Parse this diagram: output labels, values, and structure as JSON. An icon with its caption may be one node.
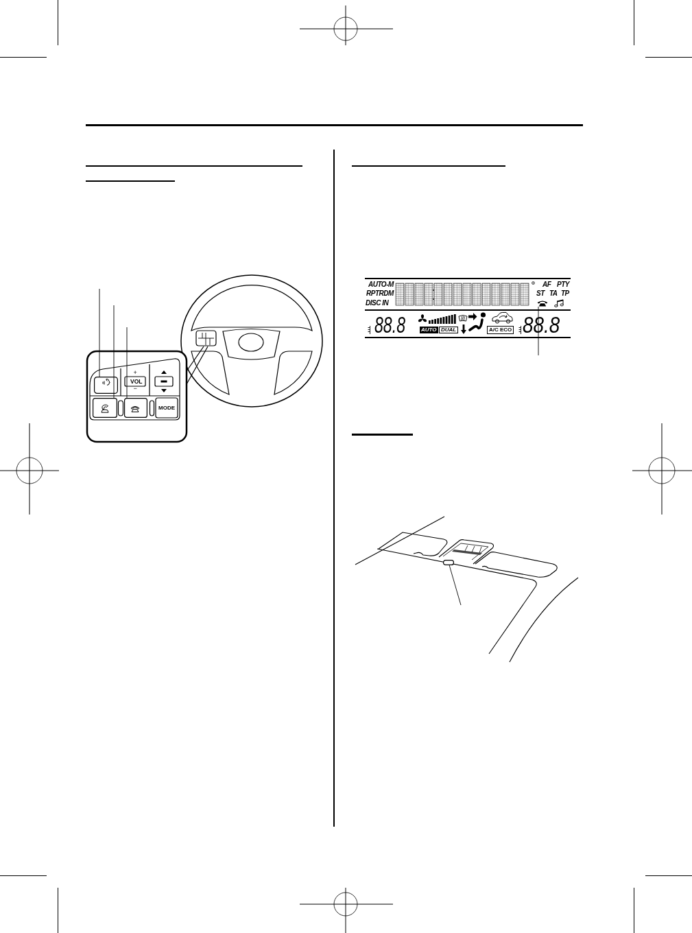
{
  "diagram": {
    "nodes": [
      {
        "text": [],
        "shape": "box"
      },
      {
        "text": [],
        "shape": "box"
      },
      {
        "text": [],
        "shape": "box"
      },
      {
        "text": [],
        "shape": "picture"
      },
      {
        "text": [],
        "shape": "box"
      }
    ],
    "edges": [
      {
        "from": null,
        "to": 0,
        "arrow": "none"
      },
      {
        "from": null,
        "to": 1,
        "arrow": "none"
      },
      {
        "from": null,
        "to": 2,
        "arrow": "none"
      },
      {
        "from": null,
        "to": 3,
        "arrow": "none"
      },
      {
        "from": null,
        "to": 4,
        "arrow": "none"
      }
    ],
    "labels": [
      "+",
      "VOL",
      "−",
      "MODE",
      "AUTO-M",
      "AF",
      "PTY",
      "RPTRDM",
      "ST",
      "TA",
      "TP",
      "DISC IN",
      "88.8",
      "AUTO",
      "DUAL",
      "A/C ECO",
      "88.8"
    ]
  }
}
